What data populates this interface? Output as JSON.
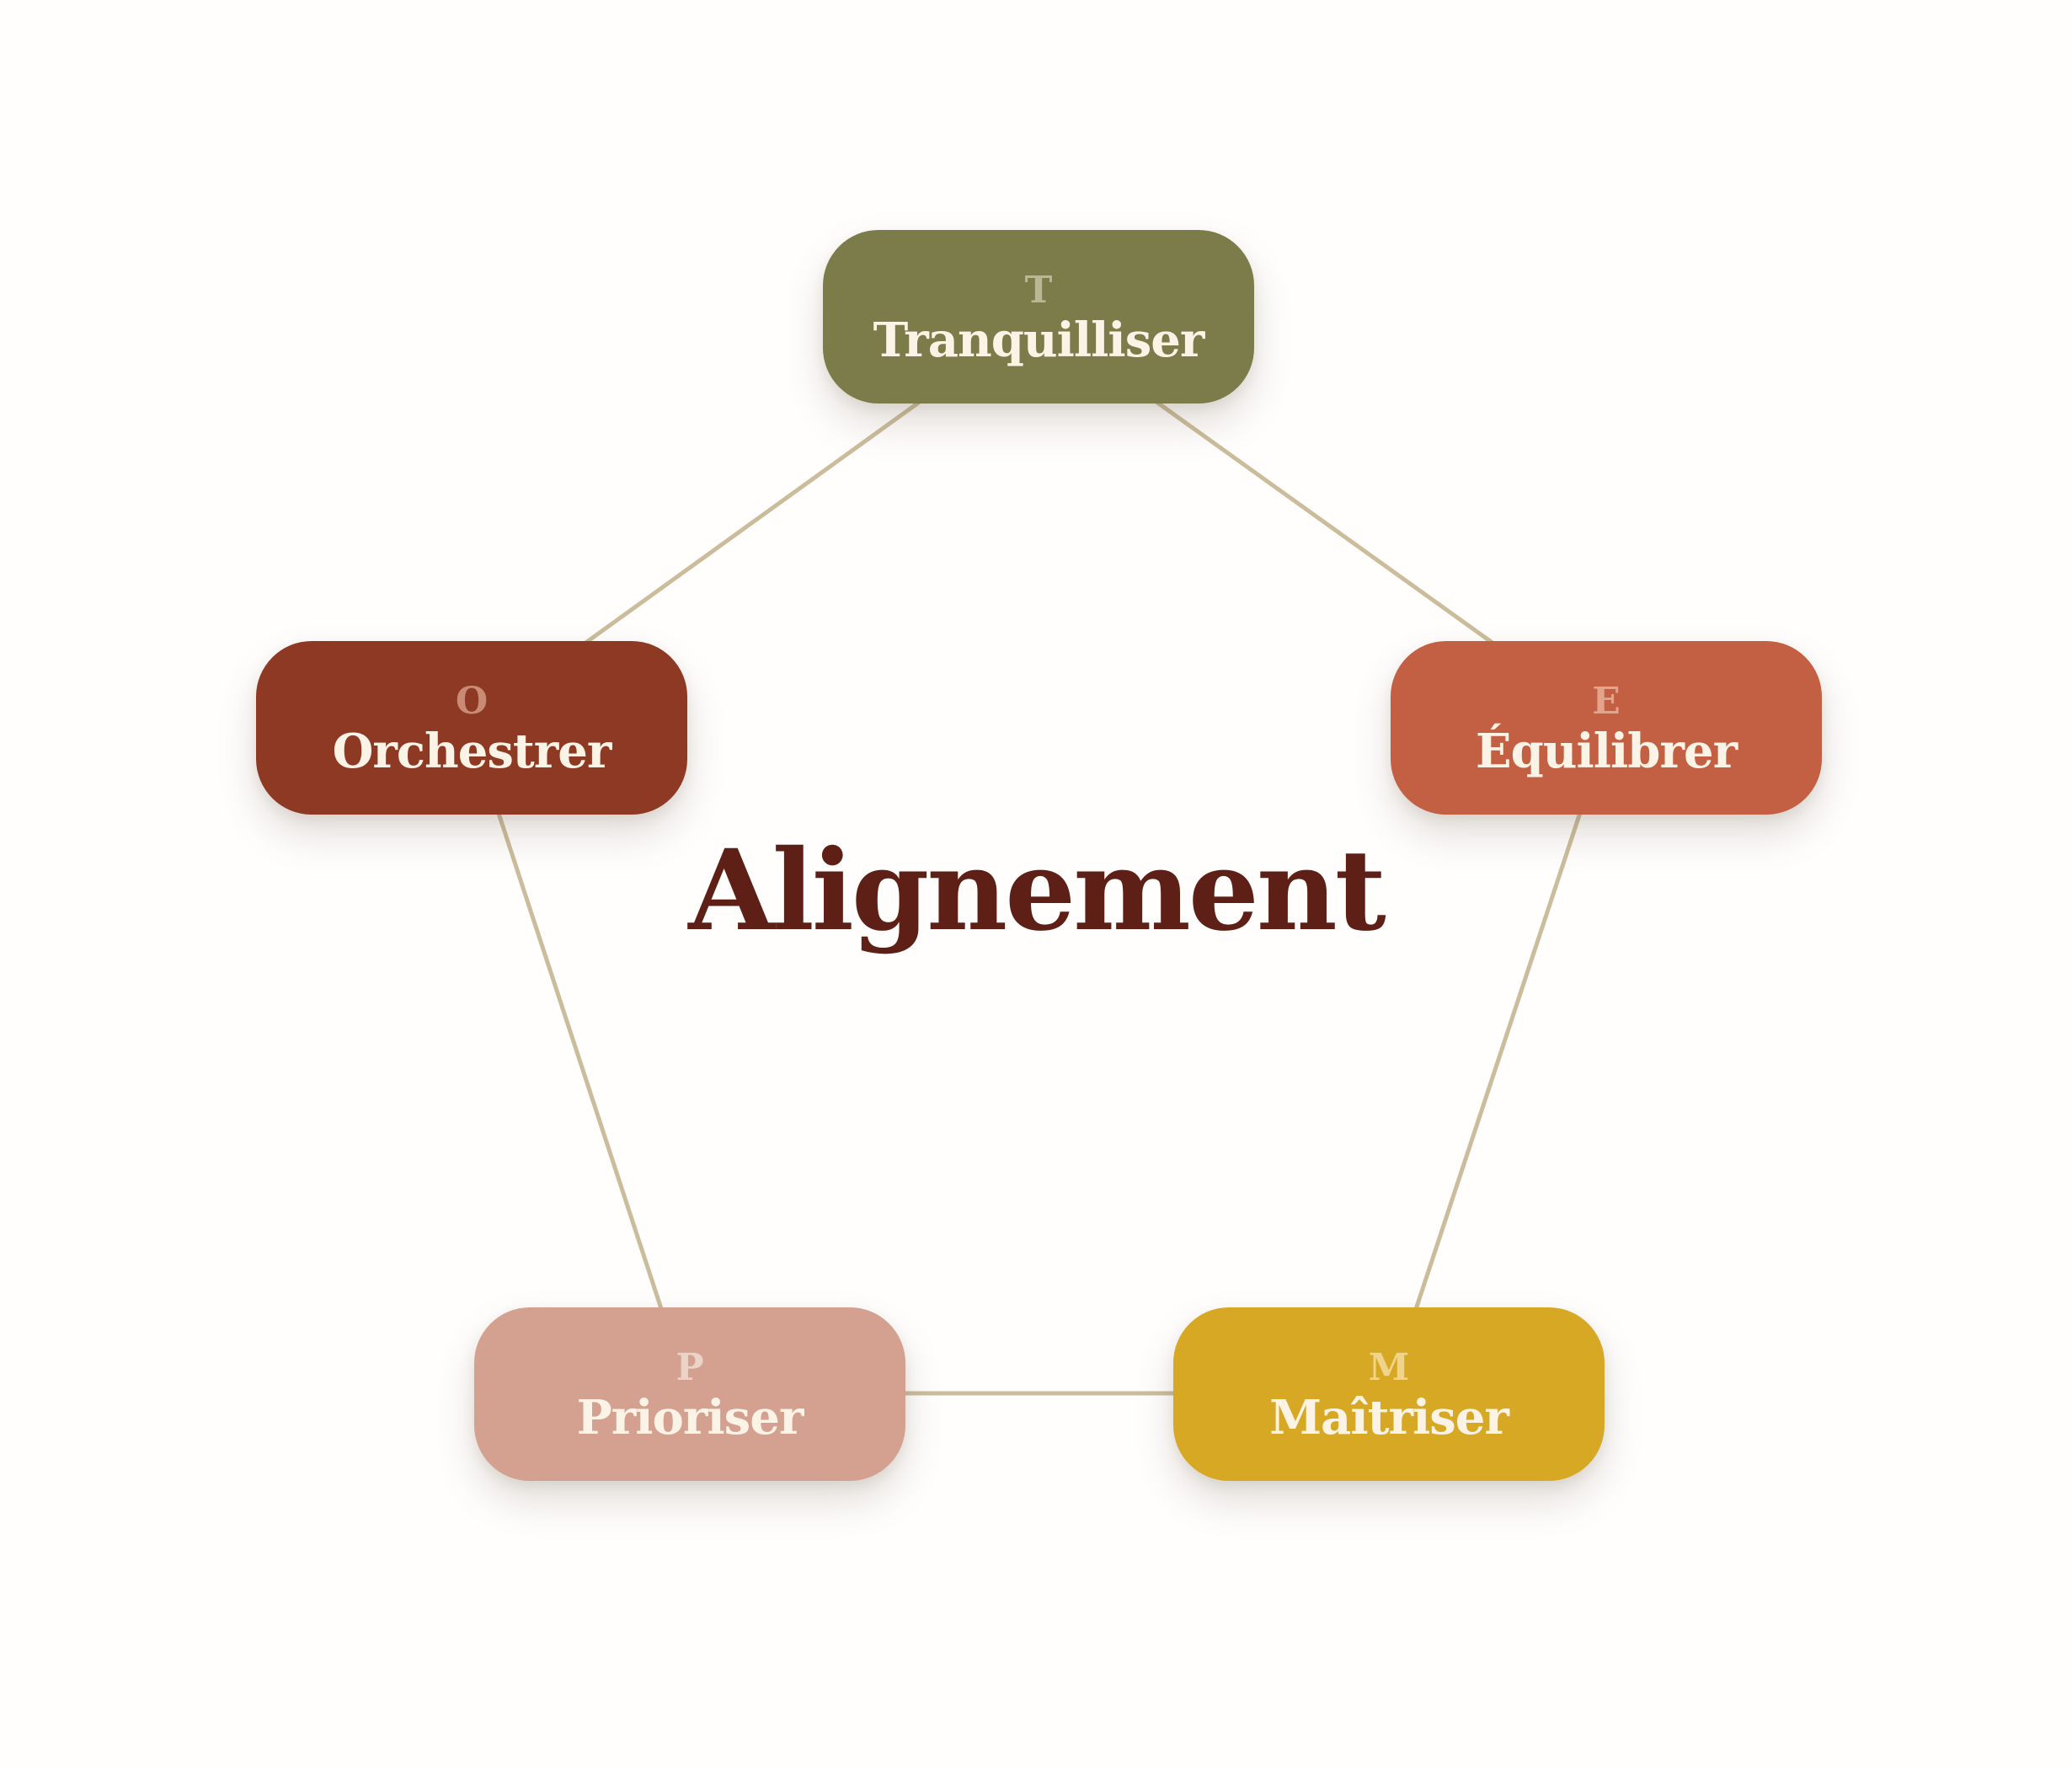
{
  "title": "Alignement",
  "colors": {
    "title": "#5e2016",
    "connector": "#cbbd9c",
    "label_text": "#fbf3e6"
  },
  "nodes": [
    {
      "letter": "T",
      "label": "Tranquilliser",
      "color": "#7b7c4a",
      "letter_color": "#b8b895"
    },
    {
      "letter": "E",
      "label": "Équilibrer",
      "color": "#c35f43",
      "letter_color": "#e3a48c"
    },
    {
      "letter": "M",
      "label": "Maîtriser",
      "color": "#d7a824",
      "letter_color": "#efd489"
    },
    {
      "letter": "P",
      "label": "Prioriser",
      "color": "#d4a090",
      "letter_color": "#ecd3c7"
    },
    {
      "letter": "O",
      "label": "Orchestrer",
      "color": "#8e3924",
      "letter_color": "#c98b75"
    }
  ]
}
